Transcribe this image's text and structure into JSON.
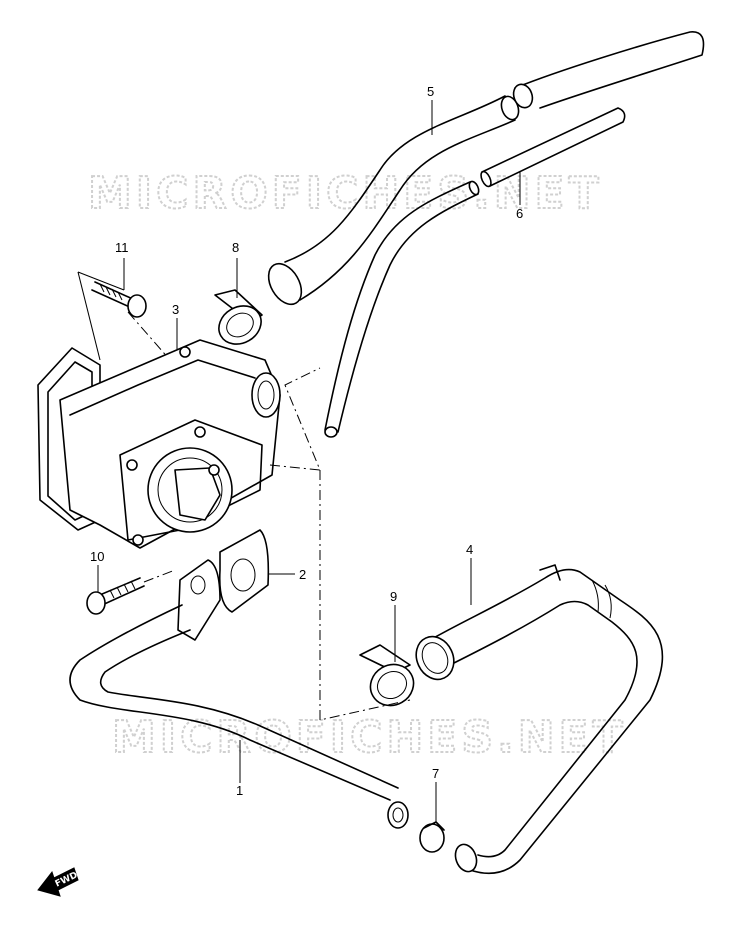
{
  "watermarks": [
    "MICROFICHES.NET",
    "MICROFICHES.NET"
  ],
  "direction_arrow": "FWD",
  "parts": [
    {
      "ref": "1",
      "name": "pipe-icon"
    },
    {
      "ref": "2",
      "name": "gasket-icon"
    },
    {
      "ref": "3",
      "name": "valve-icon"
    },
    {
      "ref": "4",
      "name": "hose-icon"
    },
    {
      "ref": "5",
      "name": "hose-icon"
    },
    {
      "ref": "6",
      "name": "hose-icon"
    },
    {
      "ref": "7",
      "name": "clip-icon"
    },
    {
      "ref": "8",
      "name": "clamp-icon"
    },
    {
      "ref": "9",
      "name": "clamp-icon"
    },
    {
      "ref": "10",
      "name": "bolt-icon"
    },
    {
      "ref": "11",
      "name": "bolt-icon"
    }
  ]
}
